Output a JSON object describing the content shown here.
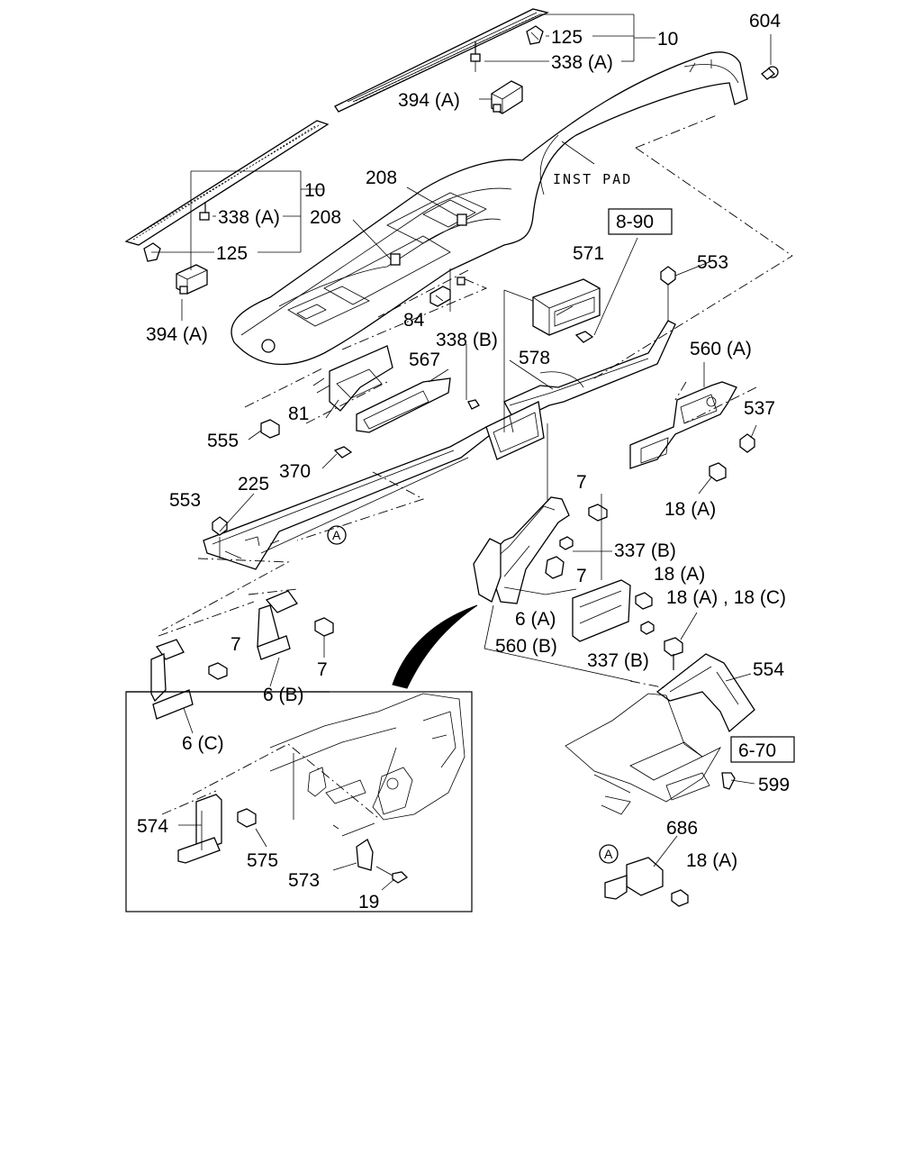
{
  "callouts": {
    "c604": "604",
    "c125_top": "125",
    "c338a_top": "338 (A)",
    "c10_top": "10",
    "c394a_top": "394 (A)",
    "inst_pad": "INST PAD",
    "c208_a": "208",
    "c208_b": "208",
    "c10_left": "10",
    "c338a_left": "338 (A)",
    "c125_left": "125",
    "c394a_left": "394 (A)",
    "c8_90": "8-90",
    "c571": "571",
    "c553_top": "553",
    "c560a": "560 (A)",
    "c578": "578",
    "c338b": "338 (B)",
    "c84": "84",
    "c567": "567",
    "c81": "81",
    "c555": "555",
    "c537": "537",
    "c370": "370",
    "c18a_1": "18 (A)",
    "c225": "225",
    "c553_left": "553",
    "ref_a": "A",
    "c7_mid": "7",
    "c337b_1": "337 (B)",
    "c7_right": "7",
    "c18a_2": "18 (A)",
    "c6a": "6 (A)",
    "c18a_18c": "18 (A) , 18 (C)",
    "c560b": "560 (B)",
    "c337b_2": "337 (B)",
    "c7_left": "7",
    "c7_left2": "7",
    "c6b": "6 (B)",
    "c6c": "6 (C)",
    "c554": "554",
    "c6_70": "6-70",
    "c599": "599",
    "c574": "574",
    "c575": "575",
    "c573": "573",
    "c19": "19",
    "c686": "686",
    "ref_a2": "A",
    "c18a_3": "18 (A)"
  }
}
